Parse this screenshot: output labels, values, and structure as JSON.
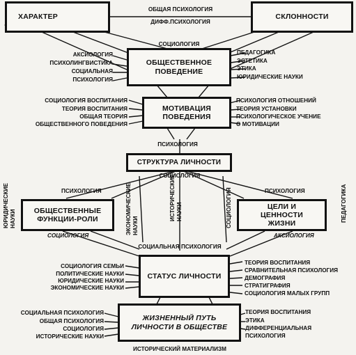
{
  "nodes": {
    "character": "ХАРАКТЕР",
    "inclinations": "СКЛОННОСТИ",
    "social_behavior": "ОБЩЕСТВЕННОЕ ПОВЕДЕНИЕ",
    "motivation": "МОТИВАЦИЯ ПОВЕДЕНИЯ",
    "structure": "СТРУКТУРА ЛИЧНОСТИ",
    "roles": "ОБЩЕСТВЕННЫЕ ФУНКЦИИ-РОЛИ",
    "goals": "ЦЕЛИ И ЦЕННОСТИ ЖИЗНИ",
    "status": "СТАТУС ЛИЧНОСТИ",
    "life_path": "ЖИЗНЕННЫЙ ПУТЬ ЛИЧНОСТИ В ОБЩЕСТВЕ"
  },
  "labels": {
    "general_psych": "ОБЩАЯ ПСИХОЛОГИЯ",
    "diff_psych": "ДИФФ.ПСИХОЛОГИЯ",
    "sociology_top": "СОЦИОЛОГИЯ",
    "left_sb": [
      "АКСИОЛОГИЯ",
      "ПСИХОЛИНГВИСТИКА",
      "СОЦИАЛЬНАЯ",
      "ПСИХОЛОГИЯ"
    ],
    "right_sb": [
      "ПЕДАГОГИКА",
      "ЭСТЕТИКА",
      "ЭТИКА",
      "ЮРИДИЧЕСКИЕ НАУКИ"
    ],
    "left_mot": [
      "СОЦИОЛОГИЯ ВОСПИТАНИЯ",
      "ТЕОРИЯ ВОСПИТАНИЯ",
      "ОБЩАЯ ТЕОРИЯ",
      "ОБЩЕСТВЕННОГО ПОВЕДЕНИЯ"
    ],
    "right_mot": [
      "ПСИХОЛОГИЯ ОТНОШЕНИЙ",
      "ТЕОРИЯ УСТАНОВКИ",
      "ПСИХОЛОГИЧЕСКОЕ УЧЕНИЕ",
      "О МОТИВАЦИИ"
    ],
    "psychology_mid": "ПСИХОЛОГИЯ",
    "sociology_mid": "СОЦИОЛОГИЯ",
    "psych_left": "ПСИХОЛОГИЯ",
    "psych_right": "ПСИХОЛОГИЯ",
    "v_legal": "ЮРИДИЧЕСКИЕ НАУКИ",
    "v_econ": "ЭКОНОМИЧЕСКИЕ НАУКИ",
    "v_hist": "ИСТОРИЧЕСКИЕ НАУКИ",
    "v_sociology": "СОЦИОЛОГИЯ",
    "v_pedagogy": "ПЕДАГОГИКА",
    "sociology_below_roles": "СОЦИОЛОГИЯ",
    "axiology_below_goals": "АКСИОЛОГИЯ",
    "social_psych_mid": "СОЦИАЛЬНАЯ ПСИХОЛОГИЯ",
    "left_status": [
      "СОЦИОЛОГИЯ СЕМЬИ",
      "ПОЛИТИЧЕСКИЕ НАУКИ",
      "ЮРИДИЧЕСКИЕ НАУКИ",
      "ЭКОНОМИЧЕСКИЕ НАУКИ"
    ],
    "right_status": [
      "ТЕОРИЯ ВОСПИТАНИЯ",
      "СРАВНИТЕЛЬНАЯ ПСИХОЛОГИЯ",
      "ДЕМОГРАФИЯ",
      "СТРАТИГРАФИЯ",
      "СОЦИОЛОГИЯ МАЛЫХ ГРУПП"
    ],
    "left_life": [
      "СОЦИАЛЬНАЯ ПСИХОЛОГИЯ",
      "ОБЩАЯ ПСИХОЛОГИЯ",
      "СОЦИОЛОГИЯ",
      "ИСТОРИЧЕСКИЕ НАУКИ"
    ],
    "right_life": [
      "ТЕОРИЯ ВОСПИТАНИЯ",
      "ЭТИКА",
      "ДИФФЕРЕНЦИАЛЬНАЯ",
      "ПСИХОЛОГИЯ"
    ],
    "hist_materialism": "ИСТОРИЧЕСКИЙ МАТЕРИАЛИЗМ"
  }
}
